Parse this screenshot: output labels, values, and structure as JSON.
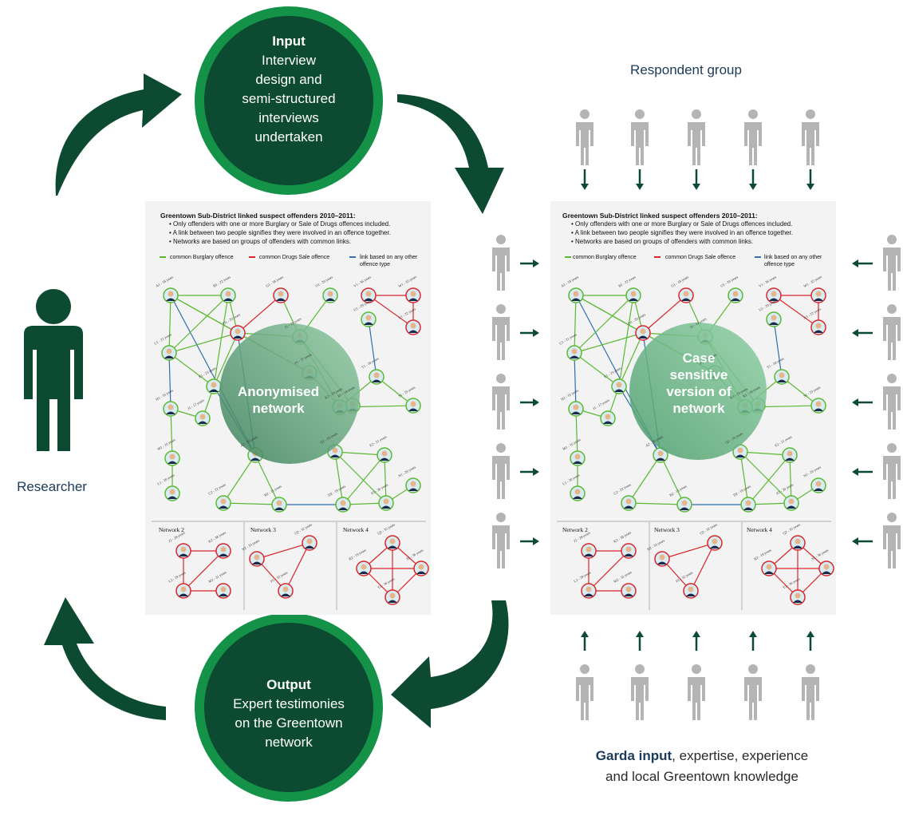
{
  "input": {
    "heading": "Input",
    "line1": "Interview",
    "line2": "design and",
    "line3": "semi-structured",
    "line4": "interviews",
    "line5": "undertaken"
  },
  "output": {
    "heading": "Output",
    "line1": "Expert testimonies",
    "line2": "on the Greentown",
    "line3": "network"
  },
  "researcher_label": "Researcher",
  "respondent_label": "Respondent group",
  "garda": {
    "bold": "Garda input",
    "rest": ", expertise, experience",
    "line2": "and local Greentown knowledge"
  },
  "panel": {
    "title": "Greentown Sub-District linked suspect offenders 2010–2011:",
    "bullets": [
      "• Only offenders with one or more Burglary or Sale of Drugs offences included.",
      "• A link between two people signifies they were involved in an offence together.",
      "• Networks are based on groups of offenders with common links."
    ],
    "legend": {
      "burglary": "common Burglary offence",
      "drugs": "common Drugs Sale offence",
      "other_1": "link based on any other",
      "other_2": "offence type"
    },
    "networks": [
      "Network 2",
      "Network 3",
      "Network 4"
    ]
  },
  "left_overlay": {
    "line1": "Anonymised",
    "line2": "network"
  },
  "right_overlay": {
    "line1": "Case",
    "line2": "sensitive",
    "line3": "version of",
    "line4": "network"
  },
  "node_labels": [
    "A1 - 18 years",
    "B1 - 22 years",
    "G1 - 18 years",
    "O1 - 20 years",
    "V1 - 36 years",
    "W1 - 35 years",
    "C1 - 21 years",
    "D1 - 20 years",
    "I1 - 19 years",
    "U1 - 29 years",
    "X1 - 22 years",
    "F1 - 27 years",
    "E1 - 23 years",
    "T1 - 18 years",
    "H1 - 16 years",
    "J1 - 17 years",
    "S1 - 23 years",
    "M1 - 16 years",
    "R1 - 18 years",
    "K1 - 19 years",
    "Q1 - 19 years",
    "A2 - 20 years",
    "E2 - 21 years",
    "L1 - 20 years",
    "C2 - 22 years",
    "B2 - 15 years",
    "D2 - 19 years",
    "F2 - 20 years",
    "N1 - 20 years"
  ],
  "sub_labels": {
    "n2": [
      "J2 - 28 years",
      "K2 - 38 years",
      "L2 - 29 years",
      "M2 - 31 years"
    ],
    "n3": [
      "N2 - 33 years",
      "O2 - 32 years",
      "P2 - 32 years"
    ],
    "n4": [
      "Q2 - 35 years",
      "R2 - 19 years",
      "S2 - 36 years",
      "T2 - 36 years"
    ]
  },
  "colors": {
    "dark_green": "#0d4a32",
    "mid_green": "#1d7a3c",
    "ring_green": "#149348",
    "burglary": "#5bb833",
    "drugs": "#d8262a",
    "other": "#2f6fb0",
    "person_grey": "#b4b4b4",
    "navy": "#1b3b5a"
  }
}
